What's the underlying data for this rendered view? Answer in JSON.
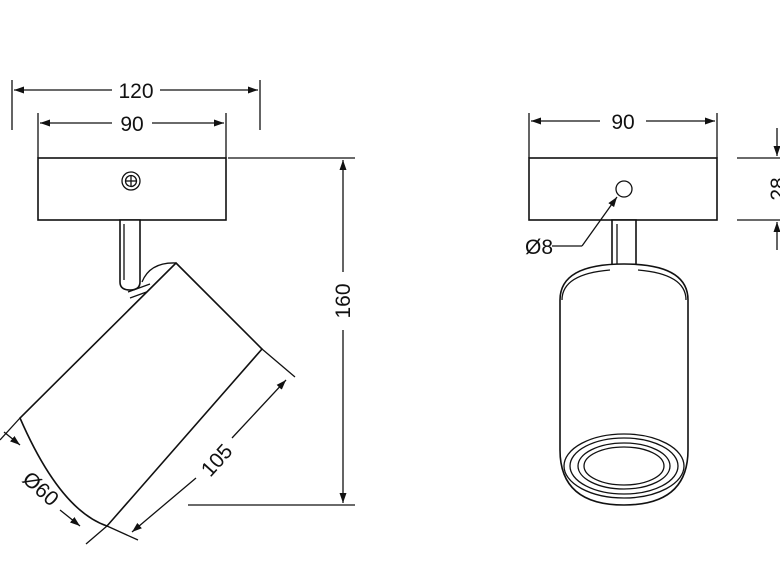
{
  "front_view": {
    "dim_total_width": "120",
    "dim_base_width": "90",
    "dim_height": "160",
    "dim_shade_length": "105",
    "dim_shade_diameter": "Ø60"
  },
  "side_view": {
    "dim_base_width": "90",
    "dim_base_height": "28",
    "dim_hole_diameter": "Ø8"
  }
}
